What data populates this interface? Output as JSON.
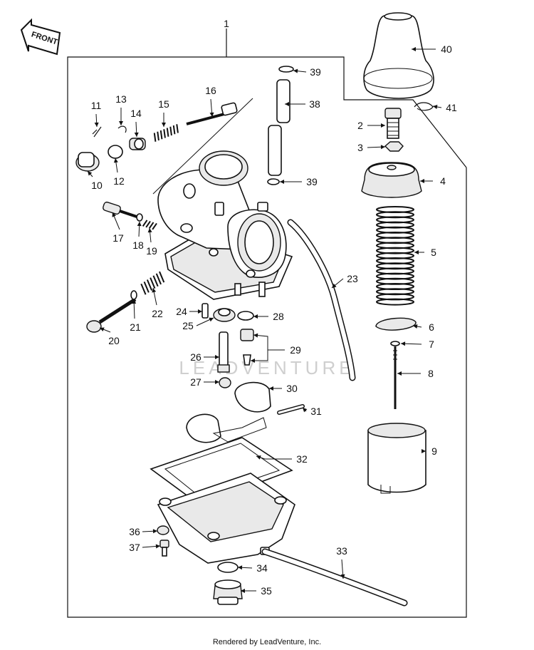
{
  "front_label": "FRONT",
  "watermark": "LEADVENTURE",
  "credit": "Rendered by LeadVenture, Inc.",
  "callouts": {
    "c1": "1",
    "c2": "2",
    "c3": "3",
    "c4": "4",
    "c5": "5",
    "c6": "6",
    "c7": "7",
    "c8": "8",
    "c9": "9",
    "c10": "10",
    "c11": "11",
    "c12": "12",
    "c13": "13",
    "c14": "14",
    "c15": "15",
    "c16": "16",
    "c17": "17",
    "c18": "18",
    "c19": "19",
    "c20": "20",
    "c21": "21",
    "c22": "22",
    "c23": "23",
    "c24": "24",
    "c25": "25",
    "c26": "26",
    "c27": "27",
    "c28": "28",
    "c29": "29",
    "c30": "30",
    "c31": "31",
    "c32": "32",
    "c33": "33",
    "c34": "34",
    "c35": "35",
    "c36": "36",
    "c37": "37",
    "c38": "38",
    "c39a": "39",
    "c39b": "39",
    "c40": "40",
    "c41": "41"
  }
}
